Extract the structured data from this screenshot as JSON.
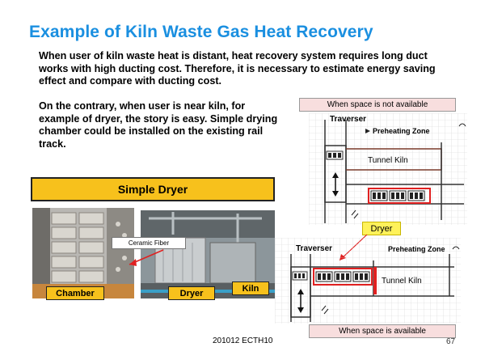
{
  "title": "Example of Kiln Waste Gas Heat Recovery",
  "paragraph1": "When user of kiln waste heat is distant, heat recovery system requires long duct works with high ducting cost. Therefore, it is necessary to estimate energy saving effect and compare with ducting cost.",
  "paragraph2": "On the contrary, when user is near kiln, for example of dryer, the story is easy. Simple drying chamber could be installed on the existing rail track.",
  "banner": "Simple Dryer",
  "photos": {
    "callout": "Ceramic Fiber",
    "chamber": "Chamber",
    "dryer": "Dryer",
    "kiln": "Kiln"
  },
  "diagram_top": {
    "caption": "When space is not available",
    "traverser": "Traverser",
    "preheating": "Preheating Zone",
    "kiln": "Tunnel Kiln"
  },
  "dryer_label": "Dryer",
  "diagram_bottom": {
    "caption": "When space is available",
    "traverser": "Traverser",
    "preheating": "Preheating Zone",
    "kiln": "Tunnel Kiln"
  },
  "footer": "201012 ECTH10",
  "page_number": "67",
  "colors": {
    "title": "#1a8fe0",
    "banner": "#f7c11c",
    "highlight": "#e02020",
    "caption_bg": "#f8dede",
    "dryer_tag": "#fff25a"
  }
}
